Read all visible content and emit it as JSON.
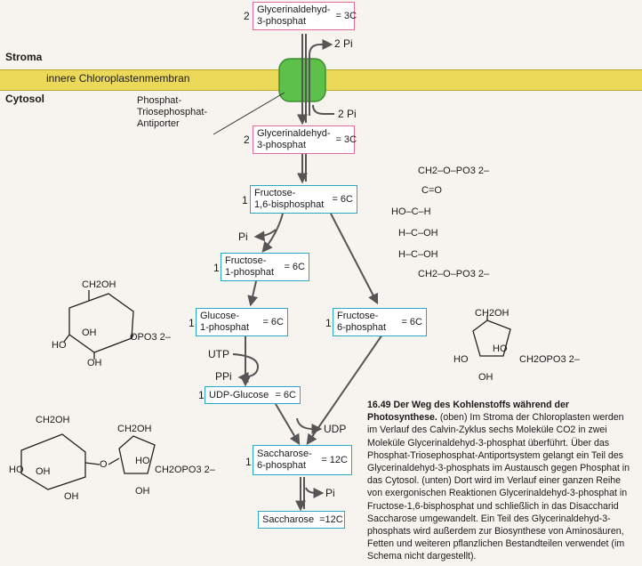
{
  "regions": {
    "stroma": "Stroma",
    "membrane": "innere Chloroplastenmembran",
    "cytosol": "Cytosol"
  },
  "antiporter_label": [
    "Phosphat-",
    "Triosephosphat-",
    "Antiporter"
  ],
  "boxes": {
    "gap_stroma": {
      "coef": "2",
      "name": "Glycerinaldehyd-\n3-phosphat",
      "eq": "= 3C"
    },
    "gap_cytosol": {
      "coef": "2",
      "name": "Glycerinaldehyd-\n3-phosphat",
      "eq": "= 3C"
    },
    "fbp": {
      "coef": "1",
      "name": "Fructose-\n1,6-bisphosphat",
      "eq": "= 6C"
    },
    "f1p": {
      "coef": "1",
      "name": "Fructose-\n1-phosphat",
      "eq": "= 6C"
    },
    "f6p": {
      "coef": "1",
      "name": "Fructose-\n6-phosphat",
      "eq": "= 6C"
    },
    "g1p": {
      "coef": "1",
      "name": "Glucose-\n1-phosphat",
      "eq": "= 6C"
    },
    "udpg": {
      "coef": "1",
      "name": "UDP-Glucose",
      "eq": "= 6C"
    },
    "s6p": {
      "coef": "1",
      "name": "Saccharose-\n6-phosphat",
      "eq": "= 12C"
    },
    "sac": {
      "coef": "",
      "name": "Saccharose",
      "eq": "=12C"
    }
  },
  "side_labels": {
    "pi_out": "2 Pi",
    "pi_in": "2 Pi",
    "pi_fbp": "Pi",
    "utp": "UTP",
    "ppi": "PPi",
    "udp": "UDP",
    "pi_sac": "Pi"
  },
  "structures": {
    "fbp_chain": [
      "CH2–O–PO3 2–",
      "C=O",
      "HO–C–H",
      "H–C–OH",
      "H–C–OH",
      "CH2–O–PO3 2–"
    ],
    "glucose": {
      "top": "CH2OH",
      "left": "HO",
      "mid": "OH",
      "bottom": "OH",
      "right": "OPO3 2–"
    },
    "fructose": {
      "top": "CH2OH",
      "left": "HO",
      "mid": "HO",
      "bottom": "OH",
      "right": "CH2OPO3 2–"
    },
    "sucrose": {
      "top1": "CH2OH",
      "top2": "CH2OH",
      "left": "HO",
      "mid1": "OH",
      "bottom1": "OH",
      "o": "O",
      "mid2": "HO",
      "bottom2": "OH",
      "right": "CH2OPO3 2–"
    }
  },
  "caption": {
    "title": "16.49 Der Weg des Kohlenstoffs während der Photosynthese.",
    "text": "(oben) Im Stroma der Chloroplasten werden im Verlauf des Calvin-Zyklus sechs Moleküle CO2 in zwei Moleküle Glycerinaldehyd-3-phosphat überführt. Über das Phosphat-Triosephosphat-Antiportsystem gelangt ein Teil des Glycerinaldehyd-3-phosphats im Austausch gegen Phosphat in das Cytosol. (unten) Dort wird im Verlauf einer ganzen Reihe von exergonischen Reaktionen Glycerinaldehyd-3-phosphat in Fructose-1,6-bisphosphat und schließlich in das Disaccharid Saccharose umgewandelt. Ein Teil des Glycerinaldehyd-3-phosphats wird außerdem zur Biosynthese von Aminosäuren, Fetten und weiteren pflanzlichen Bestandteilen verwendet (im Schema nicht dargestellt)."
  },
  "colors": {
    "membrane": "#ecd95a",
    "transporter": "#5cc04a",
    "box_blue": "#2aa8c7",
    "box_pink": "#e06b9a",
    "arrow": "#555555"
  }
}
